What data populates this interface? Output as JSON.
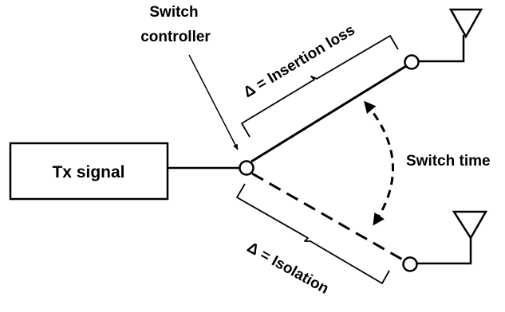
{
  "labels": {
    "switch_controller_line1": "Switch",
    "switch_controller_line2": "controller",
    "insertion_loss": "Δ = Insertion loss",
    "tx_signal": "Tx signal",
    "switch_time": "Switch time",
    "isolation": "Δ = Isolation"
  },
  "colors": {
    "line": "#000000",
    "background": "#ffffff"
  },
  "icons": {
    "antenna_top": "antenna-icon",
    "antenna_bottom": "antenna-icon"
  }
}
